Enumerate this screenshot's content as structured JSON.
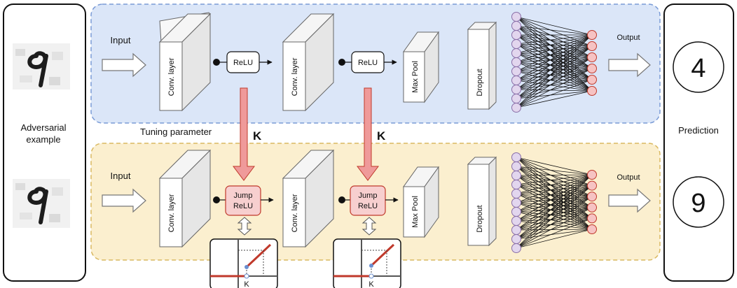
{
  "left_panel": {
    "label_line1": "Adversarial",
    "label_line2": "example"
  },
  "right_panel": {
    "label": "Prediction"
  },
  "top_row": {
    "input_label": "Input",
    "conv1_label": "Conv. layer",
    "act1_label": "ReLU",
    "conv2_label": "Conv. layer",
    "act2_label": "ReLU",
    "maxpool_label": "Max Pool",
    "dropout_label": "Dropout",
    "output_label": "Output",
    "prediction": "4",
    "network": {
      "input_neurons": 11,
      "output_neurons": 6
    }
  },
  "bottom_row": {
    "input_label": "Input",
    "conv1_label": "Conv. layer",
    "act1_line1": "Jump",
    "act1_line2": "ReLU",
    "conv2_label": "Conv. layer",
    "act2_line1": "Jump",
    "act2_line2": "ReLU",
    "maxpool_label": "Max Pool",
    "dropout_label": "Dropout",
    "output_label": "Output",
    "prediction": "9",
    "network": {
      "input_neurons": 11,
      "output_neurons": 6
    }
  },
  "tuning": {
    "label": "Tuning parameter",
    "k1": "K",
    "k2": "K"
  },
  "insets": {
    "k1": "K",
    "k2": "K"
  },
  "colors": {
    "top_panel_fill": "#dbe6f8",
    "top_panel_stroke": "#7a9bd6",
    "bottom_panel_fill": "#fbefcf",
    "bottom_panel_stroke": "#d9b860",
    "input_neuron": "#e2d6ee",
    "output_neuron": "#f6c3c3",
    "tuning_arrow": "#ef9a9a",
    "jump_relu_fill": "#f7cfcf",
    "inset_line": "#c0392b"
  }
}
